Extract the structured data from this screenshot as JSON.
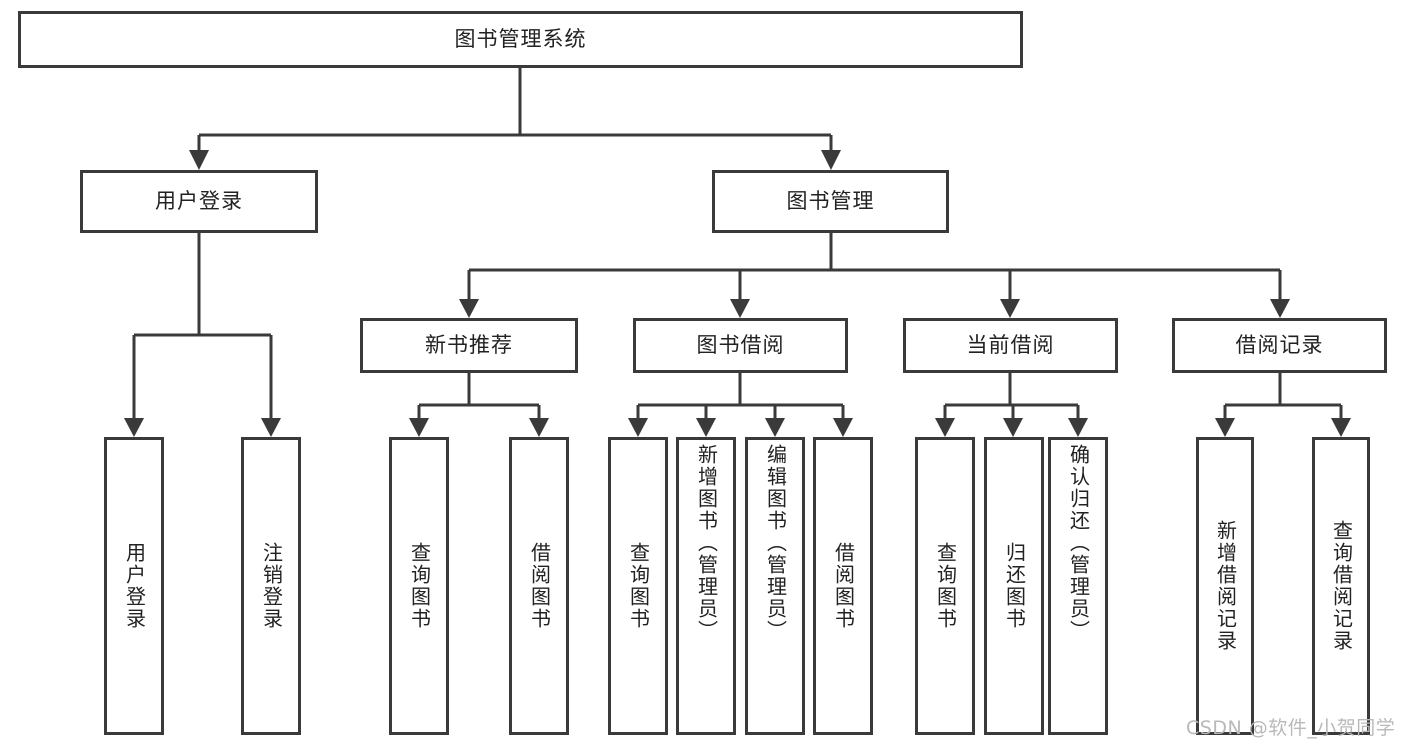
{
  "diagram": {
    "title": "图书管理系统",
    "type": "hierarchy-tree",
    "root": {
      "label": "图书管理系统"
    },
    "level2": [
      {
        "label": "用户登录"
      },
      {
        "label": "图书管理"
      }
    ],
    "level3": [
      {
        "label": "新书推荐"
      },
      {
        "label": "图书借阅"
      },
      {
        "label": "当前借阅"
      },
      {
        "label": "借阅记录"
      }
    ],
    "leaves": {
      "user_login": [
        {
          "label": "用户登录"
        },
        {
          "label": "注销登录"
        }
      ],
      "new_book_recommend": [
        {
          "label": "查询图书"
        },
        {
          "label": "借阅图书"
        }
      ],
      "book_borrow": [
        {
          "label": "查询图书"
        },
        {
          "label": "新增图书（管理员）"
        },
        {
          "label": "编辑图书（管理员）"
        },
        {
          "label": "借阅图书"
        }
      ],
      "current_borrow": [
        {
          "label": "查询图书"
        },
        {
          "label": "归还图书"
        },
        {
          "label": "确认归还（管理员）"
        }
      ],
      "borrow_record": [
        {
          "label": "新增借阅记录"
        },
        {
          "label": "查询借阅记录"
        }
      ]
    }
  },
  "watermark": {
    "text": "CSDN @软件_小贺同学"
  },
  "colors": {
    "stroke": "#3a3a3a",
    "background": "#ffffff",
    "text": "#222222",
    "watermark": "#b9b9b9"
  }
}
